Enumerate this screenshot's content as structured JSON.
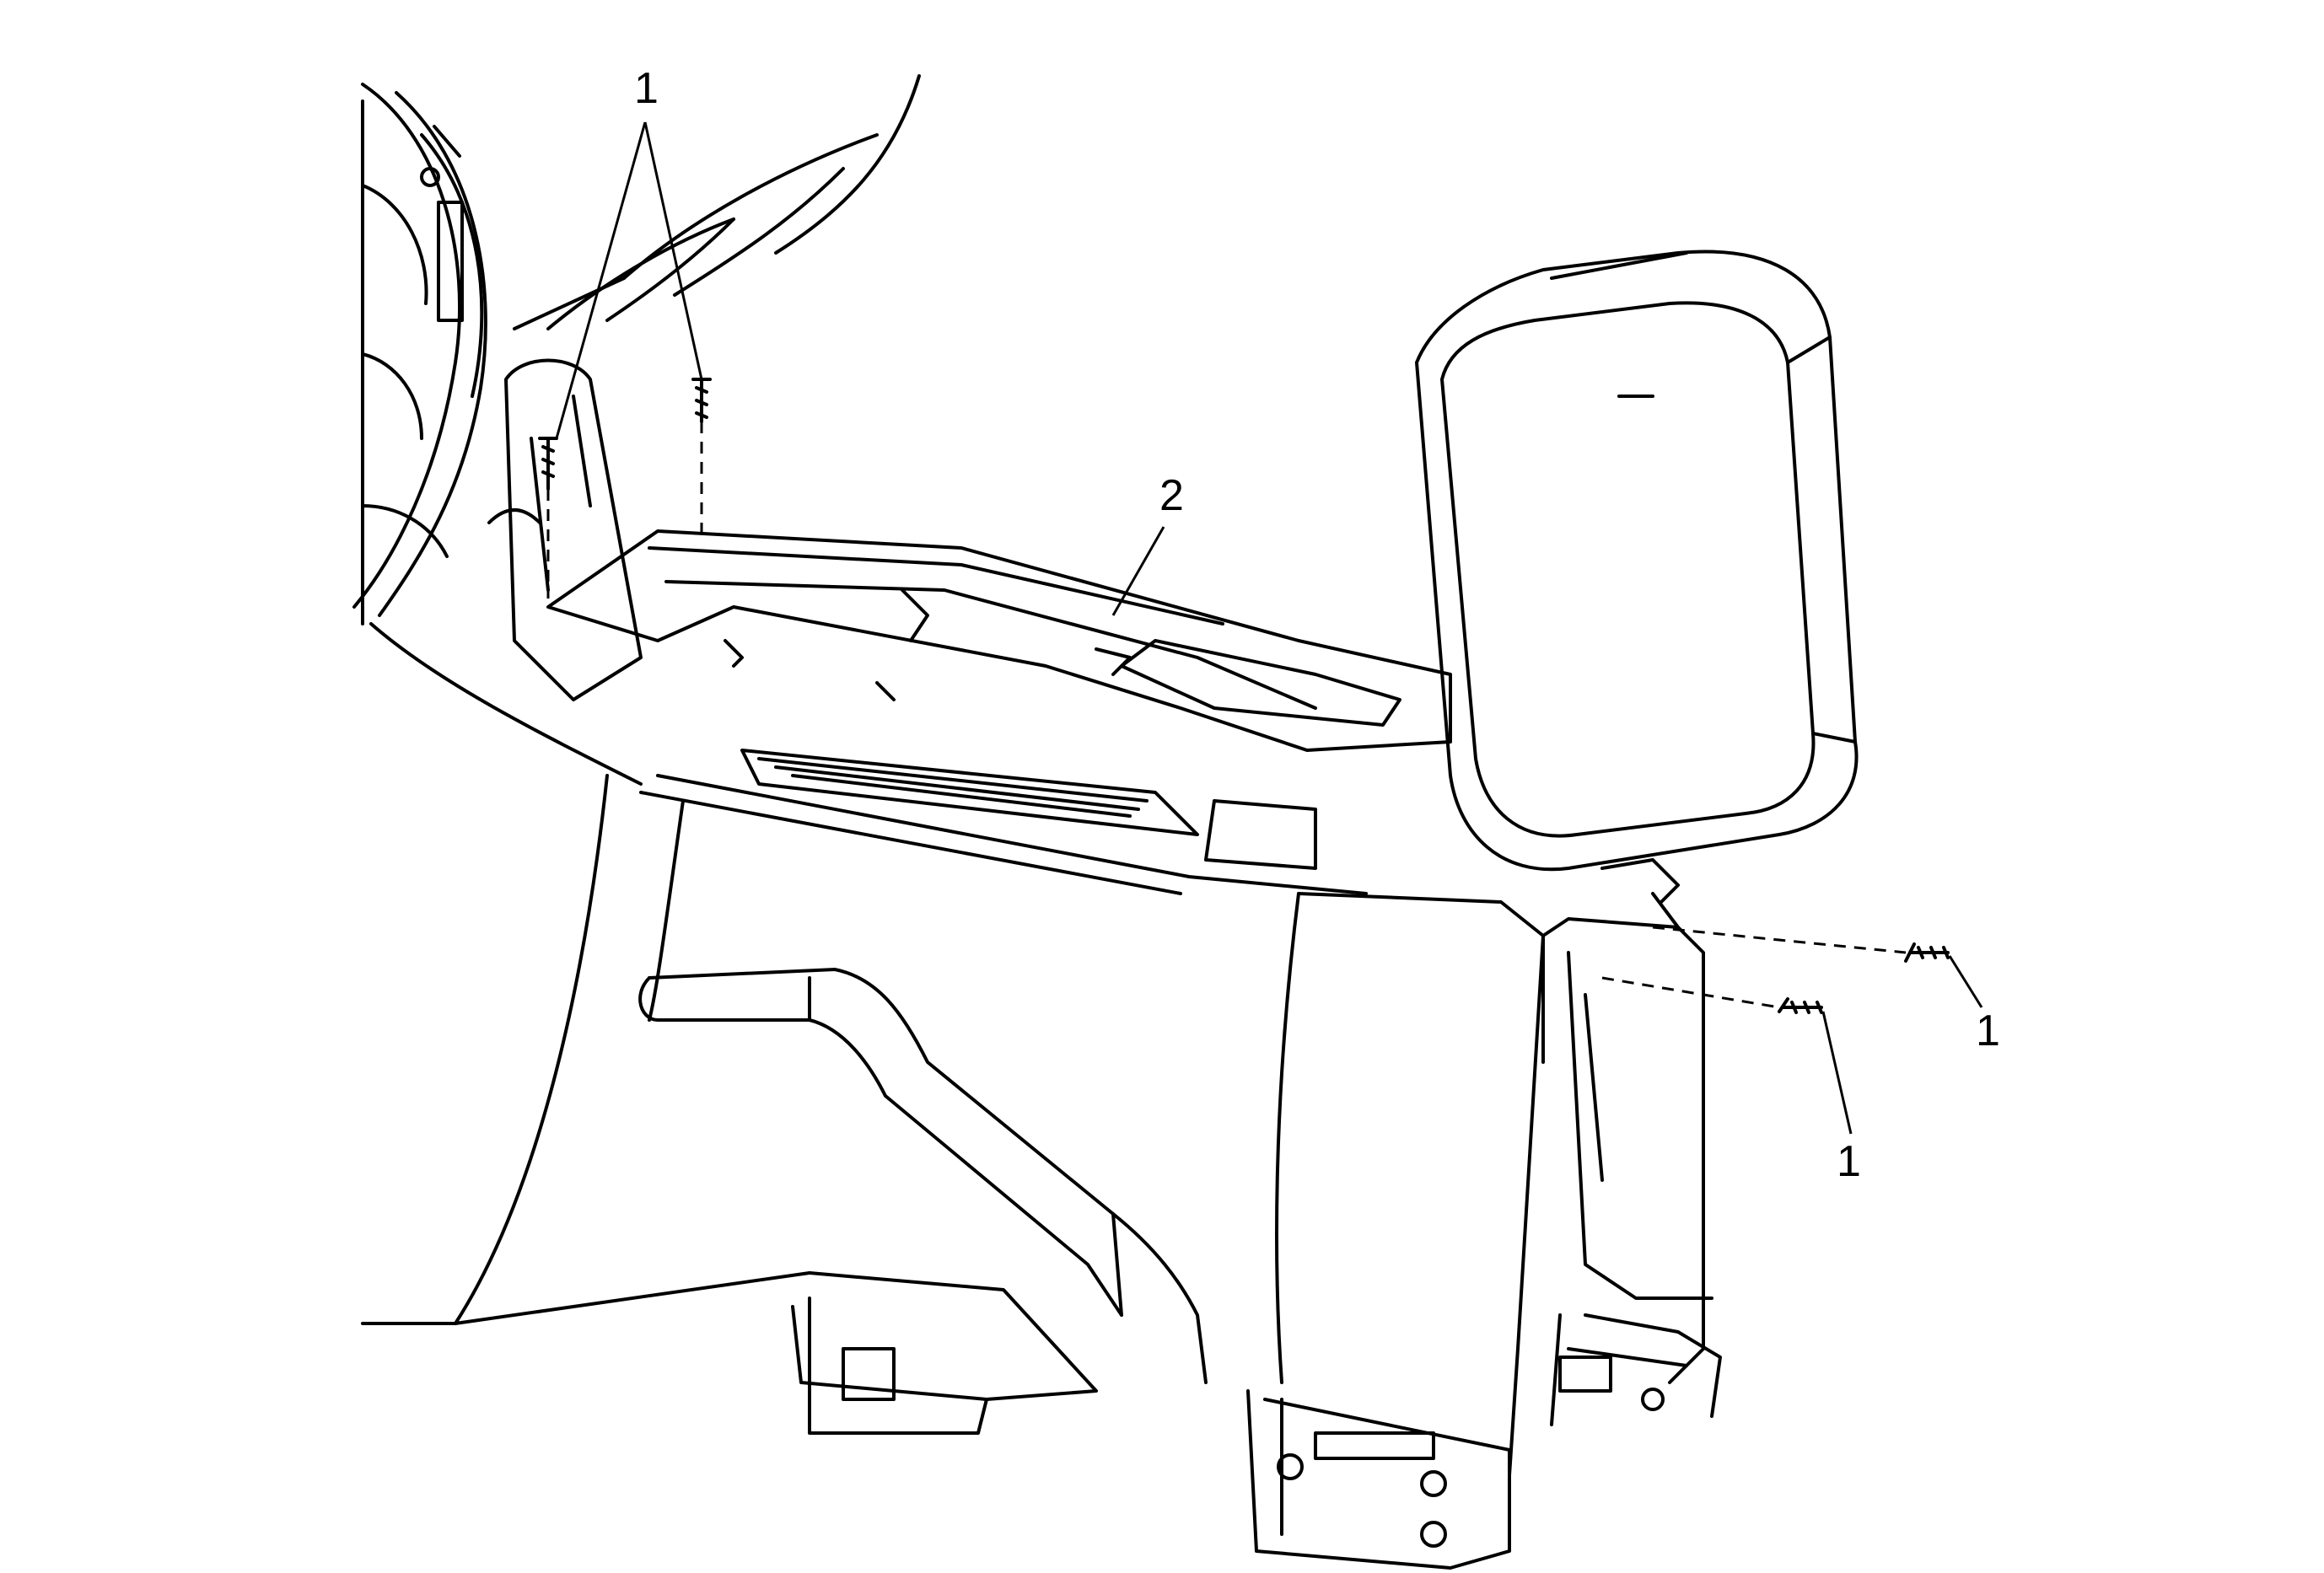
{
  "callouts": {
    "fastener_top": "1",
    "console_trim": "2",
    "fastener_right_upper": "1",
    "fastener_right_lower": "1"
  },
  "colors": {
    "line": "#000000",
    "background": "#ffffff"
  }
}
